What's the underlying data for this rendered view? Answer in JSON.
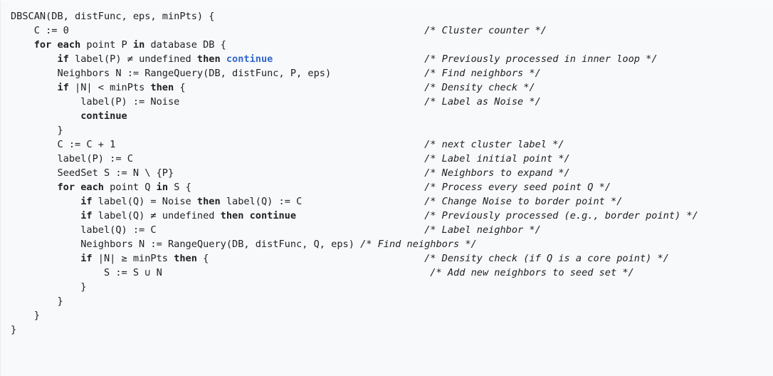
{
  "colors": {
    "background": "#f8f9fa",
    "text": "#202122",
    "link": "#3366cc",
    "border": "#eaecf0"
  },
  "code": {
    "title": "DBSCAN pseudocode",
    "lines": [
      {
        "indent": 0,
        "segments": [
          {
            "text": "DBSCAN(DB, distFunc, eps, minPts) {",
            "style": "plain"
          }
        ],
        "comment": ""
      },
      {
        "indent": 1,
        "segments": [
          {
            "text": "C := 0",
            "style": "plain"
          }
        ],
        "comment": "/* Cluster counter */"
      },
      {
        "indent": 1,
        "segments": [
          {
            "text": "for each",
            "style": "keyword"
          },
          {
            "text": " point P ",
            "style": "plain"
          },
          {
            "text": "in",
            "style": "keyword"
          },
          {
            "text": " database DB {",
            "style": "plain"
          }
        ],
        "comment": ""
      },
      {
        "indent": 2,
        "segments": [
          {
            "text": "if",
            "style": "keyword"
          },
          {
            "text": " label(P) ≠ undefined ",
            "style": "plain"
          },
          {
            "text": "then",
            "style": "keyword"
          },
          {
            "text": " ",
            "style": "plain"
          },
          {
            "text": "continue",
            "style": "link"
          }
        ],
        "comment": "/* Previously processed in inner loop */"
      },
      {
        "indent": 2,
        "segments": [
          {
            "text": "Neighbors N := RangeQuery(DB, distFunc, P, eps)",
            "style": "plain"
          }
        ],
        "comment": "/* Find neighbors */"
      },
      {
        "indent": 2,
        "segments": [
          {
            "text": "if",
            "style": "keyword"
          },
          {
            "text": " |N| < minPts ",
            "style": "plain"
          },
          {
            "text": "then",
            "style": "keyword"
          },
          {
            "text": " {",
            "style": "plain"
          }
        ],
        "comment": "/* Density check */"
      },
      {
        "indent": 3,
        "segments": [
          {
            "text": "label(P) := Noise",
            "style": "plain"
          }
        ],
        "comment": "/* Label as Noise */"
      },
      {
        "indent": 3,
        "segments": [
          {
            "text": "continue",
            "style": "keyword"
          }
        ],
        "comment": ""
      },
      {
        "indent": 2,
        "segments": [
          {
            "text": "}",
            "style": "plain"
          }
        ],
        "comment": ""
      },
      {
        "indent": 2,
        "segments": [
          {
            "text": "C := C + 1",
            "style": "plain"
          }
        ],
        "comment": "/* next cluster label */"
      },
      {
        "indent": 2,
        "segments": [
          {
            "text": "label(P) := C",
            "style": "plain"
          }
        ],
        "comment": "/* Label initial point */"
      },
      {
        "indent": 2,
        "segments": [
          {
            "text": "SeedSet S := N \\ {P}",
            "style": "plain"
          }
        ],
        "comment": "/* Neighbors to expand */"
      },
      {
        "indent": 2,
        "segments": [
          {
            "text": "for each",
            "style": "keyword"
          },
          {
            "text": " point Q ",
            "style": "plain"
          },
          {
            "text": "in",
            "style": "keyword"
          },
          {
            "text": " S {",
            "style": "plain"
          }
        ],
        "comment": "/* Process every seed point Q */"
      },
      {
        "indent": 3,
        "segments": [
          {
            "text": "if",
            "style": "keyword"
          },
          {
            "text": " label(Q) = Noise ",
            "style": "plain"
          },
          {
            "text": "then",
            "style": "keyword"
          },
          {
            "text": " label(Q) := C",
            "style": "plain"
          }
        ],
        "comment": "/* Change Noise to border point */"
      },
      {
        "indent": 3,
        "segments": [
          {
            "text": "if",
            "style": "keyword"
          },
          {
            "text": " label(Q) ≠ undefined ",
            "style": "plain"
          },
          {
            "text": "then continue",
            "style": "keyword"
          }
        ],
        "comment": "/* Previously processed (e.g., border point) */"
      },
      {
        "indent": 3,
        "segments": [
          {
            "text": "label(Q) := C",
            "style": "plain"
          }
        ],
        "comment": "/* Label neighbor */"
      },
      {
        "indent": 3,
        "segments": [
          {
            "text": "Neighbors N := RangeQuery(DB, distFunc, Q, eps)",
            "style": "plain"
          }
        ],
        "comment": "/* Find neighbors */",
        "comment_col": 59
      },
      {
        "indent": 3,
        "segments": [
          {
            "text": "if",
            "style": "keyword"
          },
          {
            "text": " |N| ≥ minPts ",
            "style": "plain"
          },
          {
            "text": "then",
            "style": "keyword"
          },
          {
            "text": " {",
            "style": "plain"
          }
        ],
        "comment": "/* Density check (if Q is a core point) */"
      },
      {
        "indent": 4,
        "segments": [
          {
            "text": "S := S ∪ N",
            "style": "plain"
          }
        ],
        "comment": "/* Add new neighbors to seed set */",
        "comment_col": 72
      },
      {
        "indent": 3,
        "segments": [
          {
            "text": "}",
            "style": "plain"
          }
        ],
        "comment": ""
      },
      {
        "indent": 2,
        "segments": [
          {
            "text": "}",
            "style": "plain"
          }
        ],
        "comment": ""
      },
      {
        "indent": 1,
        "segments": [
          {
            "text": "}",
            "style": "plain"
          }
        ],
        "comment": ""
      },
      {
        "indent": 0,
        "segments": [
          {
            "text": "}",
            "style": "plain"
          }
        ],
        "comment": ""
      }
    ]
  }
}
